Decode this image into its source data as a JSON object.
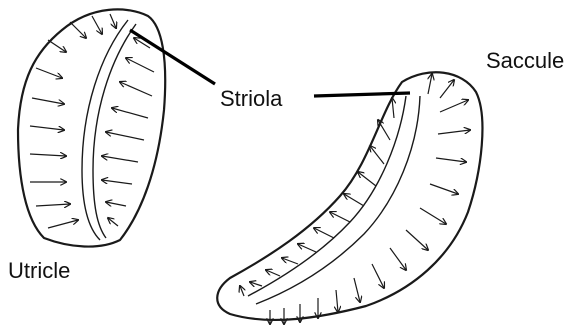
{
  "labels": {
    "striola": "Striola",
    "saccule": "Saccule",
    "utricle": "Utricle"
  },
  "colors": {
    "ink": "#1a1a1a",
    "background": "#ffffff"
  }
}
